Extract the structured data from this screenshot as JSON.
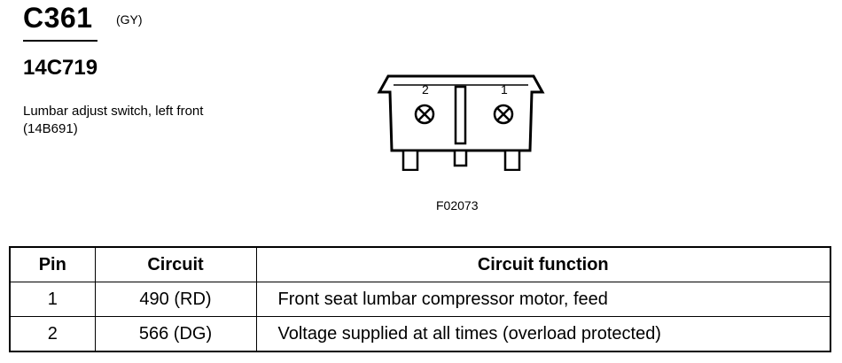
{
  "header": {
    "connector_id": "C361",
    "color_code": "(GY)",
    "part_number": "14C719",
    "description_line1": "Lumbar adjust switch, left front",
    "description_line2": "(14B691)"
  },
  "diagram": {
    "pin_labels": [
      "2",
      "1"
    ],
    "figure_code": "F02073"
  },
  "table": {
    "headers": [
      "Pin",
      "Circuit",
      "Circuit function"
    ],
    "rows": [
      [
        "1",
        "490 (RD)",
        "Front seat lumbar compressor motor, feed"
      ],
      [
        "2",
        "566 (DG)",
        "Voltage supplied at all times (overload protected)"
      ]
    ]
  }
}
